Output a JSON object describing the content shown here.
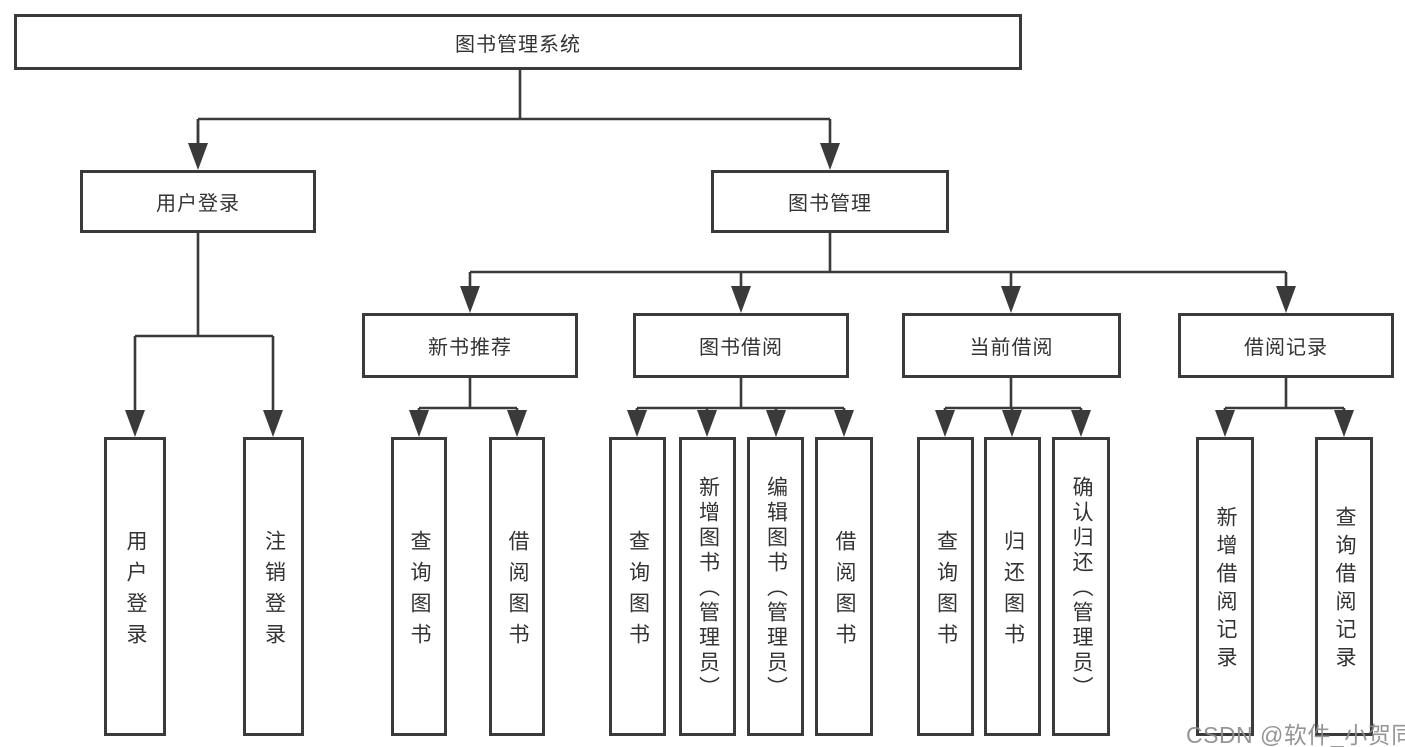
{
  "tree": {
    "label": "图书管理系统",
    "children": [
      {
        "label": "用户登录",
        "children": [
          {
            "label": "用户登录"
          },
          {
            "label": "注销登录"
          }
        ]
      },
      {
        "label": "图书管理",
        "children": [
          {
            "label": "新书推荐",
            "children": [
              {
                "label": "查询图书"
              },
              {
                "label": "借阅图书"
              }
            ]
          },
          {
            "label": "图书借阅",
            "children": [
              {
                "label": "查询图书"
              },
              {
                "label": "新增图书（管理员）"
              },
              {
                "label": "编辑图书（管理员）"
              },
              {
                "label": "借阅图书"
              }
            ]
          },
          {
            "label": "当前借阅",
            "children": [
              {
                "label": "查询图书"
              },
              {
                "label": "归还图书"
              },
              {
                "label": "确认归还（管理员）"
              }
            ]
          },
          {
            "label": "借阅记录",
            "children": [
              {
                "label": "新增借阅记录"
              },
              {
                "label": "查询借阅记录"
              }
            ]
          }
        ]
      }
    ]
  },
  "watermark": {
    "text": "CSDN @软件_小贺同学"
  },
  "colors": {
    "line": "#3a3a3a",
    "text": "#333333",
    "watermark": "#8c8c8c",
    "background": "#ffffff"
  }
}
